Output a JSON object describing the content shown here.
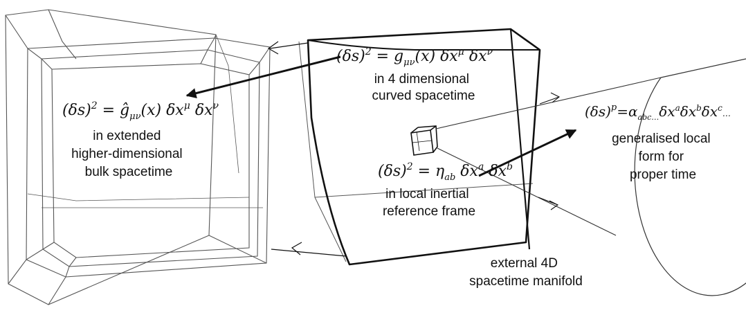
{
  "colors": {
    "ink": "#111111",
    "thin_line": "#555555",
    "background": "#ffffff"
  },
  "equations": {
    "curved": {
      "lhs": "(δs)",
      "lhs_exp": "2",
      "op": " = ",
      "func": "g",
      "func_sub": "μν",
      "arg": "(x) δx",
      "sup1": "μ",
      "mid": " δx",
      "sup2": "ν"
    },
    "bulk": {
      "lhs": "(δs)",
      "lhs_exp": "2",
      "op": " = ",
      "func": "ĝ",
      "func_sub": "μν",
      "arg": "(x) δx",
      "sup1": "μ",
      "mid": " δx",
      "sup2": "ν"
    },
    "local": {
      "lhs": "(δs)",
      "lhs_exp": "2",
      "op": " = ",
      "func": "η",
      "func_sub": "ab",
      "arg": " δx",
      "sup1": "a",
      "mid": " δx",
      "sup2": "b"
    },
    "general": {
      "lhs": "(δs)",
      "lhs_exp": "p",
      "op": "=",
      "func": "α",
      "func_sub": "abc…",
      "arg": "δx",
      "sup1": "a",
      "mid": "δx",
      "sup2": "b",
      "tail": "δx",
      "sup3": "c",
      "tail_dots": "…"
    }
  },
  "labels": {
    "curved": [
      "in 4 dimensional",
      "curved spacetime"
    ],
    "bulk": [
      "in extended",
      "higher-dimensional",
      "bulk spacetime"
    ],
    "local": [
      "in local inertial",
      "reference frame"
    ],
    "general": [
      "generalised local",
      "form for",
      "proper time"
    ],
    "external": [
      "external 4D",
      "spacetime manifold"
    ]
  }
}
